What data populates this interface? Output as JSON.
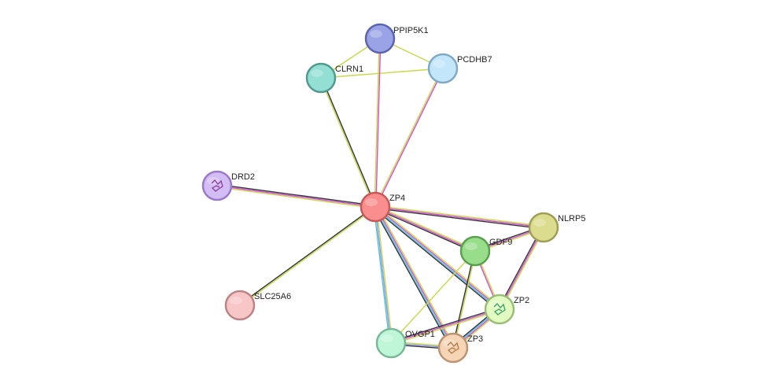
{
  "network": {
    "nodes": [
      {
        "id": "ZP4",
        "label": "ZP4",
        "fill": "#fa8e8e",
        "stroke": "#c85858",
        "query": true
      },
      {
        "id": "PPIP5K1",
        "label": "PPIP5K1",
        "fill": "#9aa3e6",
        "stroke": "#5a64b0"
      },
      {
        "id": "CLRN1",
        "label": "CLRN1",
        "fill": "#93dfd4",
        "stroke": "#529a90"
      },
      {
        "id": "PCDHB7",
        "label": "PCDHB7",
        "fill": "#c4e6fa",
        "stroke": "#80a9c4"
      },
      {
        "id": "DRD2",
        "label": "DRD2",
        "fill": "#d3bdf5",
        "stroke": "#9a7ac8",
        "icon": "protein-structure-icon"
      },
      {
        "id": "NLRP5",
        "label": "NLRP5",
        "fill": "#dcdc8e",
        "stroke": "#9e9e56"
      },
      {
        "id": "GDF9",
        "label": "GDF9",
        "fill": "#98dd8a",
        "stroke": "#5aa04e"
      },
      {
        "id": "SLC25A6",
        "label": "SLC25A6",
        "fill": "#f8c6c6",
        "stroke": "#bc8484"
      },
      {
        "id": "ZP2",
        "label": "ZP2",
        "fill": "#e2fbc0",
        "stroke": "#9cbc7a",
        "icon": "protein-structure-icon"
      },
      {
        "id": "OVGP1",
        "label": "OVGP1",
        "fill": "#bff6d8",
        "stroke": "#7ab89a"
      },
      {
        "id": "ZP3",
        "label": "ZP3",
        "fill": "#f6d4b6",
        "stroke": "#bc9474",
        "icon": "protein-structure-icon"
      }
    ],
    "edges": [
      {
        "source": "PPIP5K1",
        "target": "CLRN1",
        "types": [
          "textmining"
        ]
      },
      {
        "source": "PPIP5K1",
        "target": "PCDHB7",
        "types": [
          "textmining"
        ]
      },
      {
        "source": "CLRN1",
        "target": "PCDHB7",
        "types": [
          "textmining"
        ]
      },
      {
        "source": "ZP4",
        "target": "PPIP5K1",
        "types": [
          "textmining",
          "experiments"
        ]
      },
      {
        "source": "ZP4",
        "target": "CLRN1",
        "types": [
          "textmining",
          "coexpression"
        ]
      },
      {
        "source": "ZP4",
        "target": "PCDHB7",
        "types": [
          "textmining",
          "experiments"
        ]
      },
      {
        "source": "ZP4",
        "target": "DRD2",
        "types": [
          "textmining",
          "experiments",
          "coexpression"
        ]
      },
      {
        "source": "ZP4",
        "target": "SLC25A6",
        "types": [
          "textmining",
          "coexpression"
        ]
      },
      {
        "source": "ZP4",
        "target": "NLRP5",
        "types": [
          "textmining",
          "experiments",
          "coexpression"
        ]
      },
      {
        "source": "ZP4",
        "target": "GDF9",
        "types": [
          "textmining",
          "experiments",
          "coexpression"
        ]
      },
      {
        "source": "ZP4",
        "target": "ZP2",
        "types": [
          "textmining",
          "experiments",
          "database",
          "coexpression"
        ]
      },
      {
        "source": "ZP4",
        "target": "OVGP1",
        "types": [
          "textmining",
          "homology",
          "database"
        ]
      },
      {
        "source": "ZP4",
        "target": "ZP3",
        "types": [
          "textmining",
          "experiments",
          "database",
          "coexpression"
        ]
      },
      {
        "source": "NLRP5",
        "target": "GDF9",
        "types": [
          "textmining",
          "experiments",
          "coexpression"
        ]
      },
      {
        "source": "NLRP5",
        "target": "ZP2",
        "types": [
          "textmining",
          "experiments",
          "coexpression"
        ]
      },
      {
        "source": "GDF9",
        "target": "ZP2",
        "types": [
          "textmining",
          "experiments"
        ]
      },
      {
        "source": "GDF9",
        "target": "ZP3",
        "types": [
          "textmining",
          "coexpression"
        ]
      },
      {
        "source": "GDF9",
        "target": "OVGP1",
        "types": [
          "textmining"
        ]
      },
      {
        "source": "ZP2",
        "target": "ZP3",
        "types": [
          "textmining",
          "experiments",
          "database",
          "coexpression"
        ]
      },
      {
        "source": "ZP2",
        "target": "OVGP1",
        "types": [
          "textmining",
          "experiments",
          "coexpression"
        ]
      },
      {
        "source": "OVGP1",
        "target": "ZP3",
        "types": [
          "textmining",
          "homology",
          "coexpression"
        ]
      }
    ],
    "edge_colors": {
      "textmining": "#c8d84a",
      "experiments": "#d14fd1",
      "coexpression": "#333333",
      "database": "#49c4e0",
      "homology": "#8c94e8"
    }
  }
}
